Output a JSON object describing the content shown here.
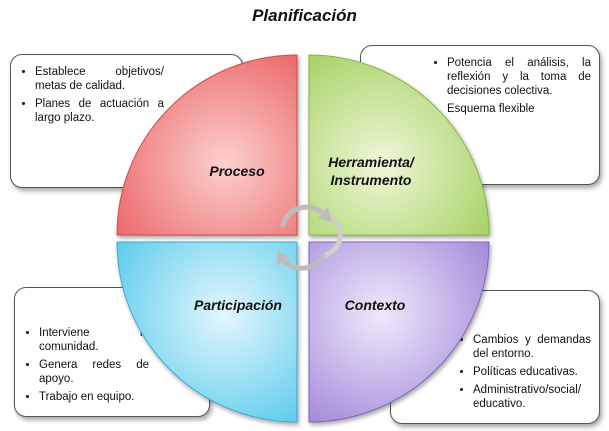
{
  "title": "Planificación",
  "quadrants": {
    "proceso": {
      "label": "Proceso",
      "color": "#f07a7a"
    },
    "herramienta": {
      "label_line1": "Herramienta/",
      "label_line2": "Instrumento",
      "color": "#b5dc7a"
    },
    "participacion": {
      "label": "Participación",
      "color": "#79d6f0"
    },
    "contexto": {
      "label": "Contexto",
      "color": "#b39be0"
    }
  },
  "boxes": {
    "proceso": {
      "items": [
        "Establece objetivos/ metas de calidad.",
        "Planes de actuación a largo plazo."
      ]
    },
    "herramienta": {
      "items": [
        "Potencia el análisis, la reflexión y la toma de decisiones colectiva.",
        "Esquema flexible"
      ]
    },
    "participacion": {
      "items": [
        "Interviene la comunidad.",
        "Genera redes de apoyo.",
        "Trabajo en equipo."
      ]
    },
    "contexto": {
      "items": [
        "Cambios y demandas del entorno.",
        "Políticas educativas.",
        "Administrativo/social/ educativo."
      ]
    }
  },
  "cycle_icon": "circular-arrows-icon"
}
